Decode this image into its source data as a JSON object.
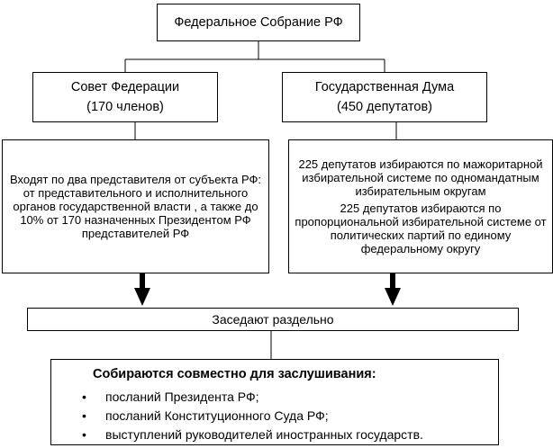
{
  "federal_assembly": {
    "title": "Федеральное Собрание РФ"
  },
  "council": {
    "title": "Совет Федерации",
    "members": "(170 членов)",
    "description": "Входят по два представителя от субъекта РФ: от представительного и исполнительного органов государственной власти , а также до 10% от 170 назначенных Президентом РФ представителей РФ"
  },
  "duma": {
    "title": "Государственная Дума",
    "members": "(450 депутатов)",
    "description_majoritarian": "225 депутатов избираются по мажоритарной избирательной системе по одномандатным избирательным округам",
    "description_proportional": "225 депутатов избираются по пропорциональной избирательной системе от политических партий по единому федеральному округу"
  },
  "sessions": {
    "separate": "Заседают раздельно",
    "joint_title": "Собираются совместно для заслушивания:",
    "joint_items": [
      "посланий Президента РФ;",
      "посланий Конституционного Суда РФ;",
      "выступлений руководителей иностранных государств."
    ],
    "bullet": "•"
  }
}
